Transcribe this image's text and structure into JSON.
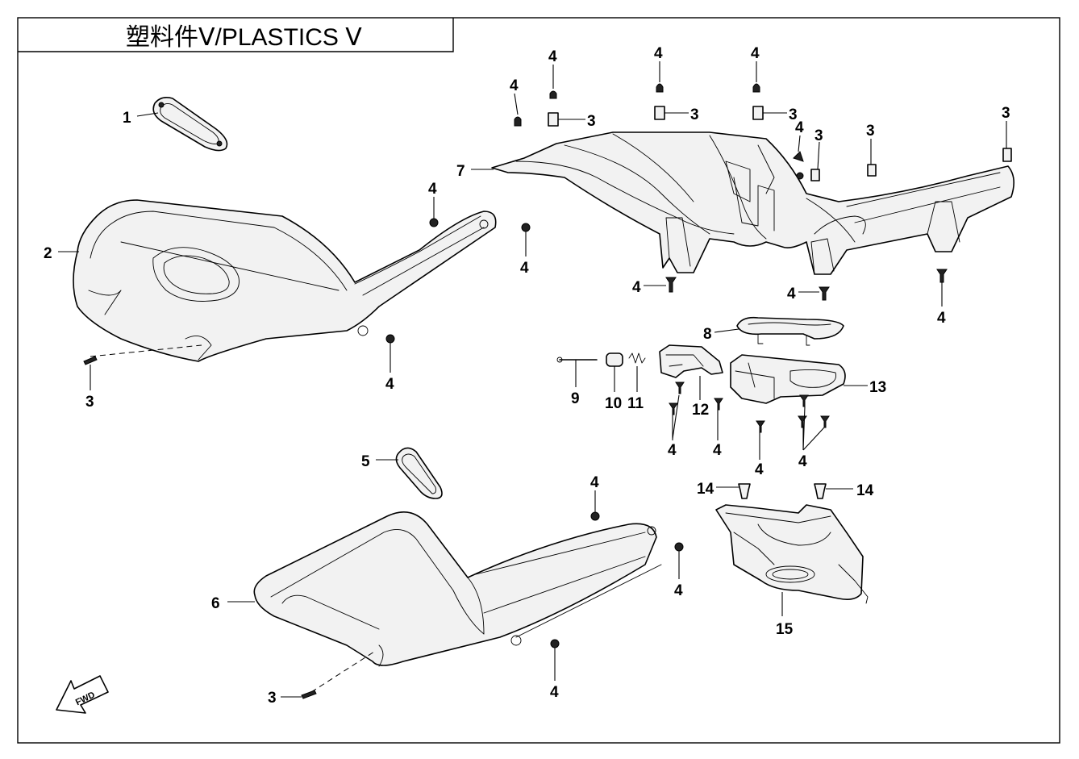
{
  "title": "塑料件Ⅴ/PLASTICS Ⅴ",
  "fwd_label": "FWD",
  "callouts": [
    {
      "id": "c1",
      "text": "1"
    },
    {
      "id": "c2",
      "text": "2"
    },
    {
      "id": "c3a",
      "text": "3"
    },
    {
      "id": "c4a",
      "text": "4"
    },
    {
      "id": "c4b",
      "text": "4"
    },
    {
      "id": "c4c",
      "text": "4"
    },
    {
      "id": "c5",
      "text": "5"
    },
    {
      "id": "c6",
      "text": "6"
    },
    {
      "id": "c3b",
      "text": "3"
    },
    {
      "id": "c4d",
      "text": "4"
    },
    {
      "id": "c4e",
      "text": "4"
    },
    {
      "id": "c4f",
      "text": "4"
    },
    {
      "id": "c7",
      "text": "7"
    },
    {
      "id": "c4g",
      "text": "4"
    },
    {
      "id": "c4h",
      "text": "4"
    },
    {
      "id": "c3c",
      "text": "3"
    },
    {
      "id": "c4i",
      "text": "4"
    },
    {
      "id": "c3d",
      "text": "3"
    },
    {
      "id": "c4j",
      "text": "4"
    },
    {
      "id": "c3e",
      "text": "3"
    },
    {
      "id": "c4k",
      "text": "4"
    },
    {
      "id": "c3f",
      "text": "3"
    },
    {
      "id": "c3g",
      "text": "3"
    },
    {
      "id": "c3h",
      "text": "3"
    },
    {
      "id": "c4l",
      "text": "4"
    },
    {
      "id": "c4m",
      "text": "4"
    },
    {
      "id": "c4n",
      "text": "4"
    },
    {
      "id": "c8",
      "text": "8"
    },
    {
      "id": "c9",
      "text": "9"
    },
    {
      "id": "c10",
      "text": "10"
    },
    {
      "id": "c11",
      "text": "11"
    },
    {
      "id": "c12",
      "text": "12"
    },
    {
      "id": "c13",
      "text": "13"
    },
    {
      "id": "c4o",
      "text": "4"
    },
    {
      "id": "c4p",
      "text": "4"
    },
    {
      "id": "c4q",
      "text": "4"
    },
    {
      "id": "c4r",
      "text": "4"
    },
    {
      "id": "c14a",
      "text": "14"
    },
    {
      "id": "c14b",
      "text": "14"
    },
    {
      "id": "c15",
      "text": "15"
    }
  ]
}
